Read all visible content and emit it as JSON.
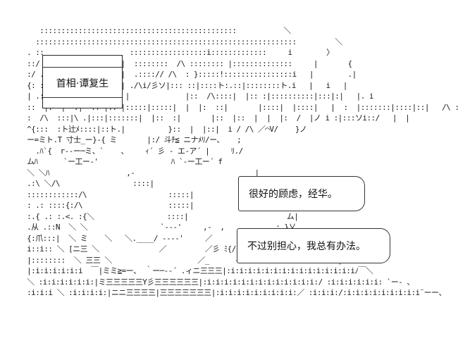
{
  "name_card": {
    "label": "首相·谭复生"
  },
  "speech": [
    {
      "text": "很好的顾虑，经华。"
    },
    {
      "text": "不过别担心，我总有办法。"
    }
  ]
}
